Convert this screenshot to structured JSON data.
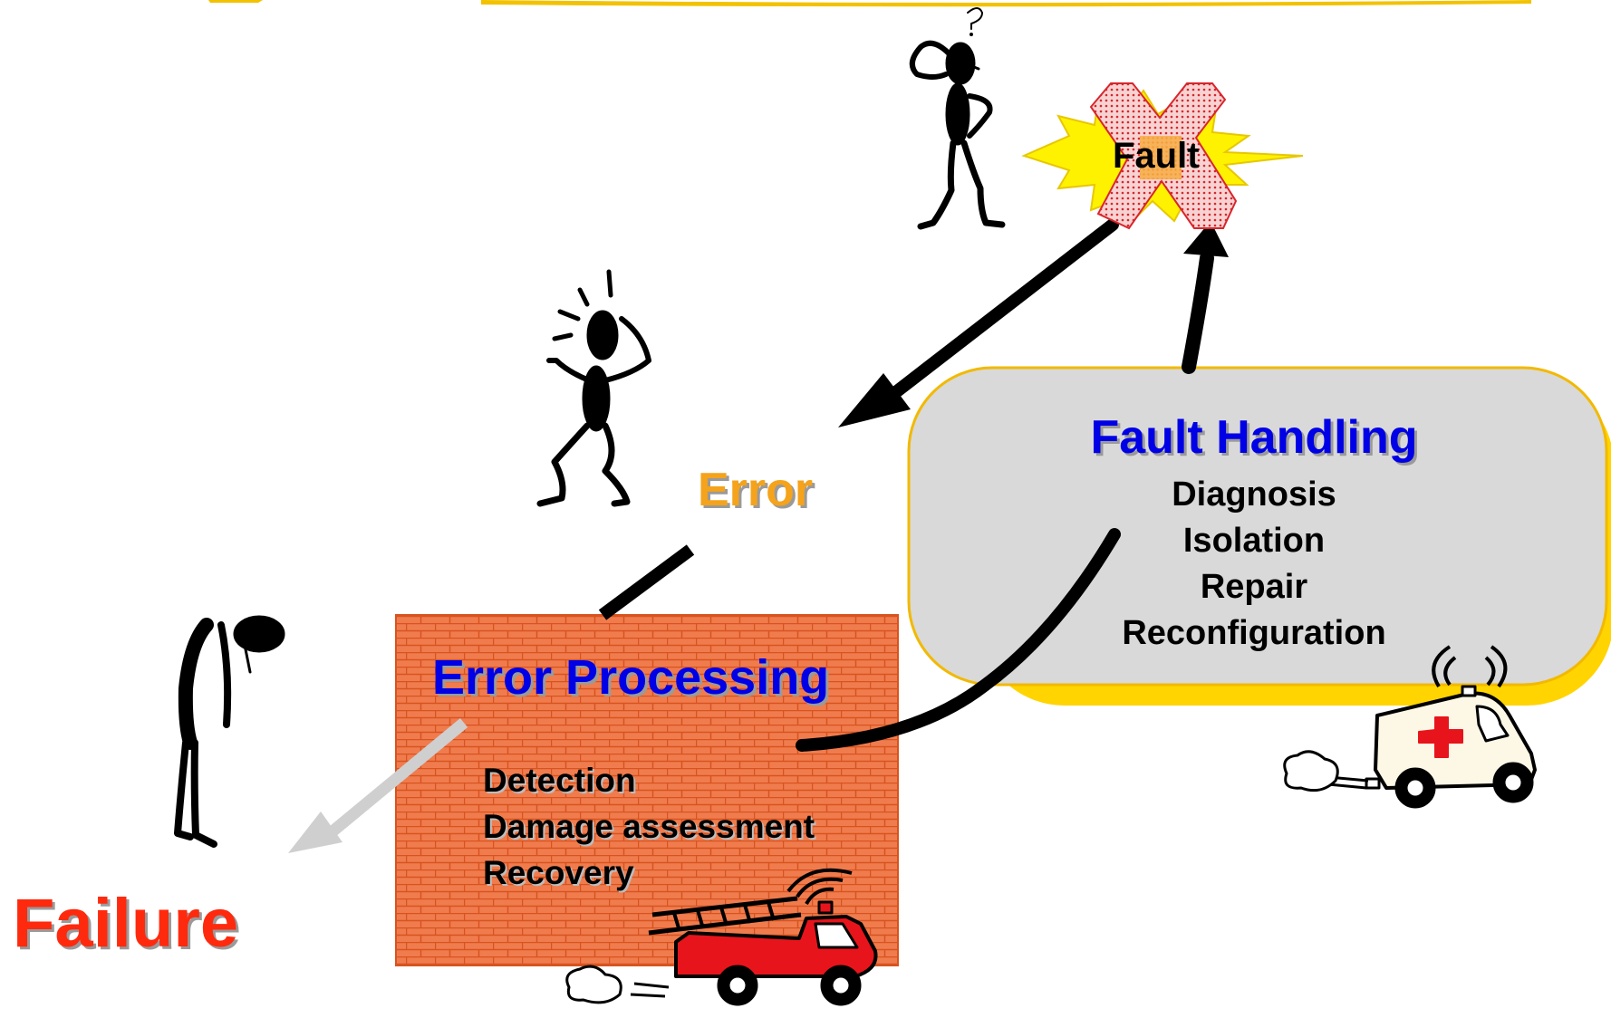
{
  "nodes": {
    "fault": {
      "label": "Fault"
    },
    "error": {
      "label": "Error"
    },
    "failure": {
      "label": "Failure"
    },
    "error_processing": {
      "title": "Error Processing",
      "items": [
        "Detection",
        "Damage assessment",
        "Recovery"
      ]
    },
    "fault_handling": {
      "title": "Fault Handling",
      "items": [
        "Diagnosis",
        "Isolation",
        "Repair",
        "Reconfiguration"
      ]
    }
  },
  "colors": {
    "title_blue": "#0000e6",
    "error_orange": "#f5a31b",
    "failure_red": "#ff2a0e",
    "brick": "#f07c4e",
    "mortar": "#d8531f",
    "panel_gray": "#d9d9d9",
    "panel_border": "#f2b900",
    "burst_yellow": "#fff200",
    "cross_pink": "#f3c7c7",
    "cross_red": "#d8262c",
    "truck_red": "#e8141b"
  },
  "icons": {
    "confused_person": "confused-person-icon",
    "frustrated_person": "frustrated-person-icon",
    "sad_person": "sad-person-icon",
    "fire_truck": "fire-truck-icon",
    "ambulance": "ambulance-icon",
    "explosion": "explosion-burst-icon",
    "cross": "cross-out-icon"
  }
}
